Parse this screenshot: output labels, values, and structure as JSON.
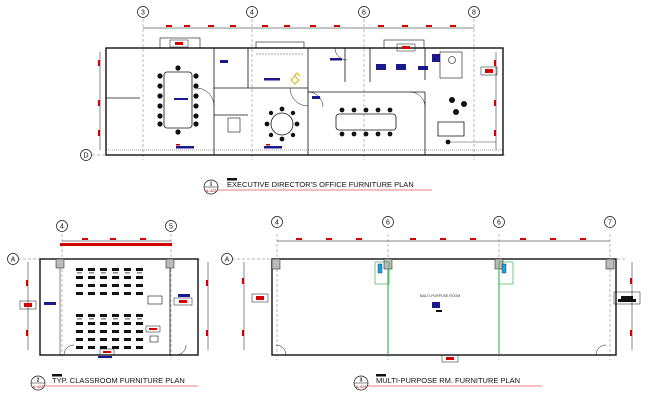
{
  "plans": {
    "executive": {
      "number": "1",
      "ref": "A-423",
      "title": "EXECUTIVE DIRECTOR'S OFFICE FURNITURE PLAN",
      "grid_top": [
        "3",
        "4",
        "6",
        "8"
      ],
      "grid_left": "D"
    },
    "classroom": {
      "number": "2",
      "ref": "A-423",
      "title": "TYP. CLASSROOM FURNITURE PLAN",
      "grid_top": [
        "4",
        "5"
      ],
      "grid_left": "A"
    },
    "multipurpose": {
      "number": "3",
      "ref": "A-423",
      "title": "MULTI-PURPOSE RM. FURNITURE PLAN",
      "grid_top": [
        "4",
        "6",
        "6",
        "7"
      ],
      "grid_left": "A",
      "room_label": "MULTI-PURPOSE ROOM"
    }
  },
  "colors": {
    "line": "#111111",
    "accent": "#d40000",
    "fixture": "#1a1a8c",
    "green": "#22a83a",
    "cyan": "#19a6c9",
    "plant": "#c9b400"
  }
}
